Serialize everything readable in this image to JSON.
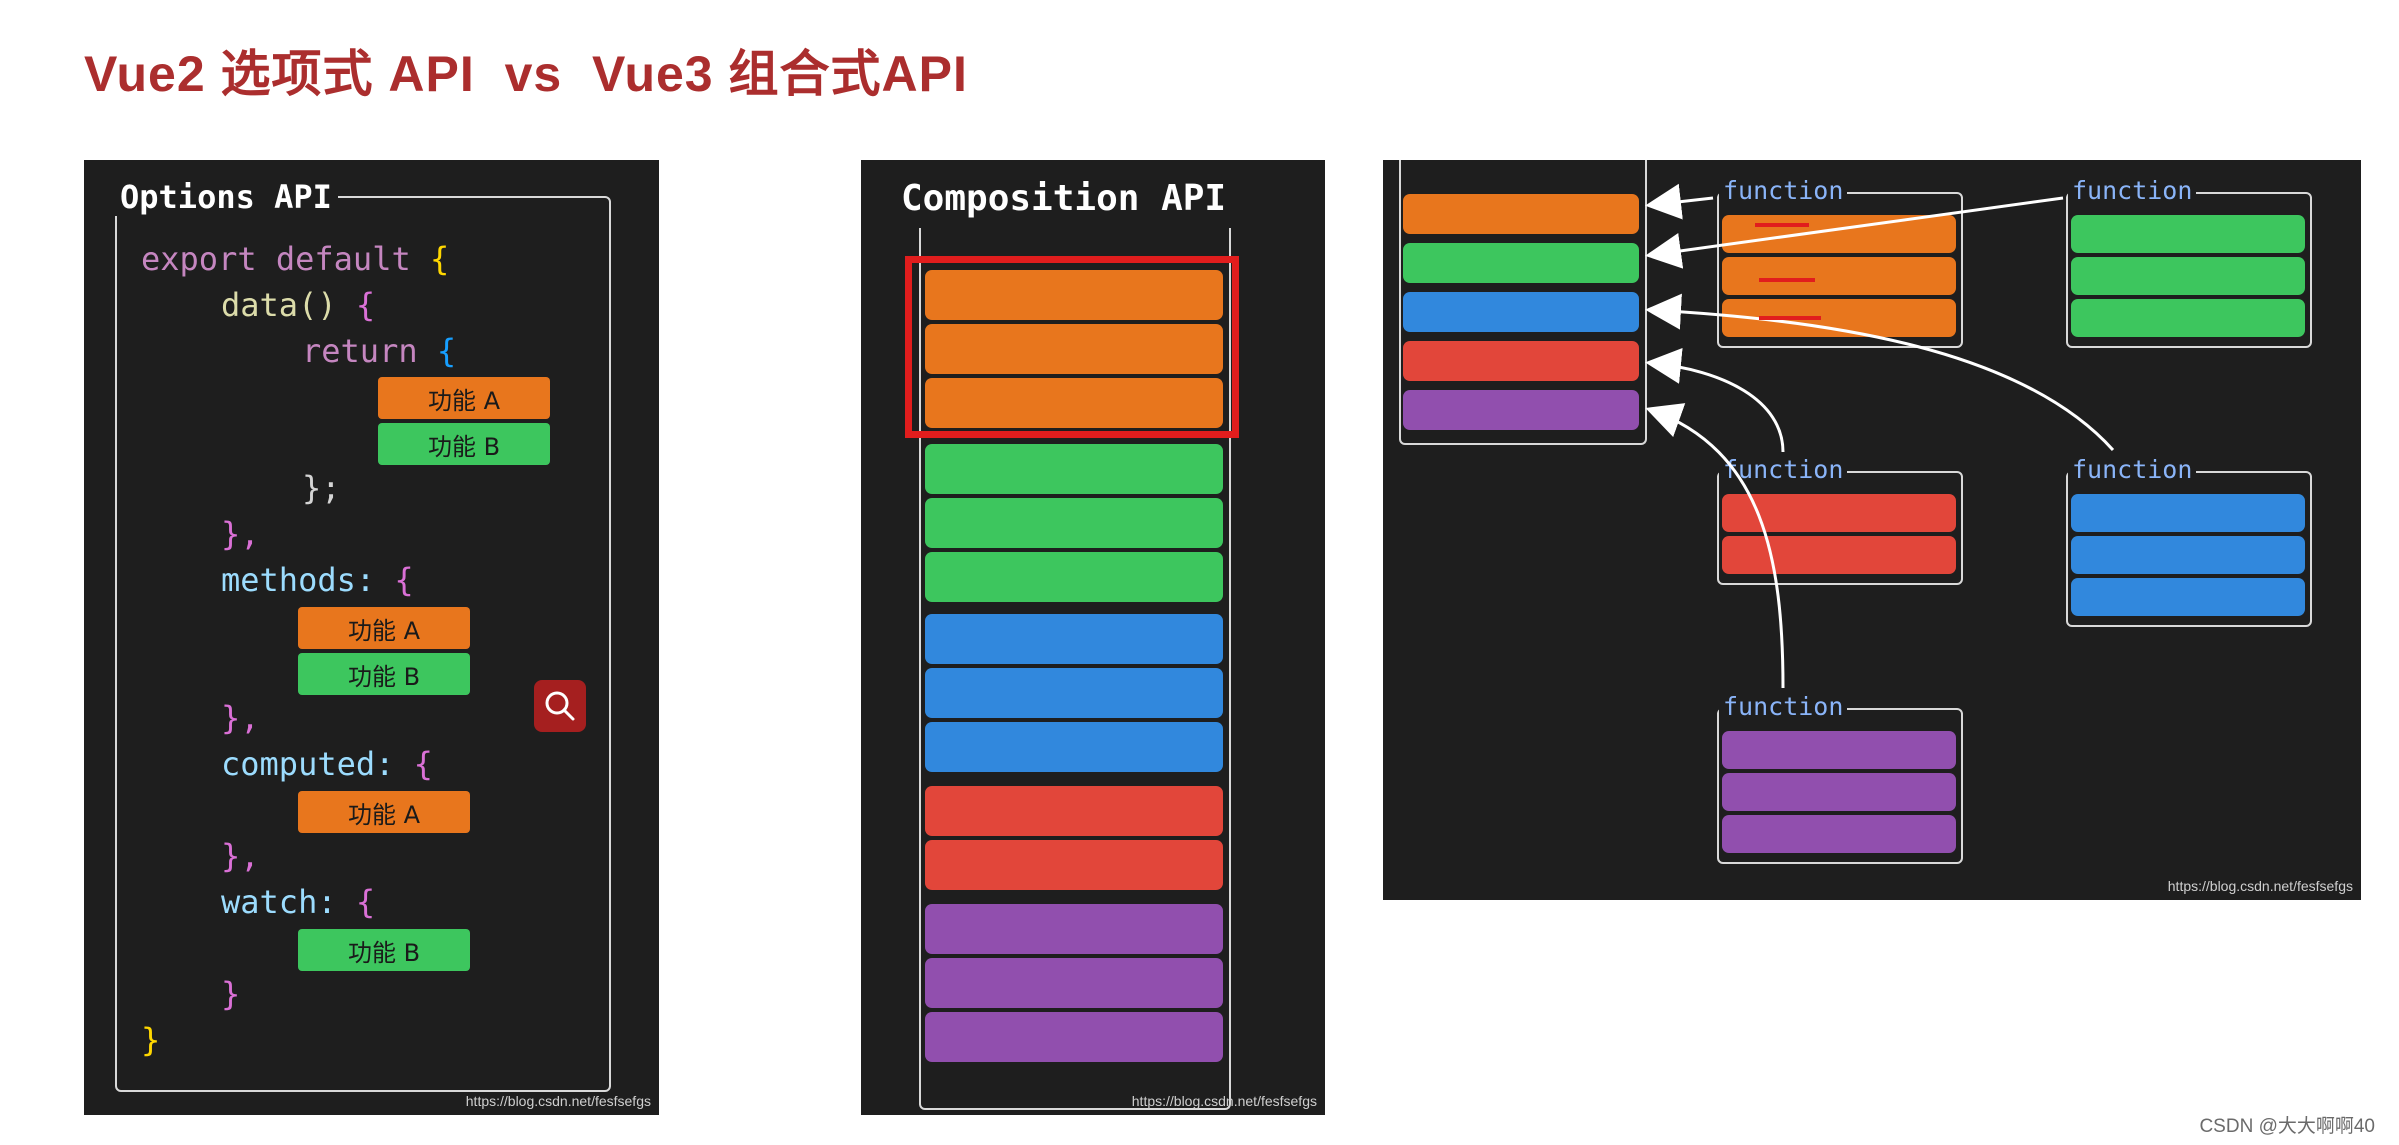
{
  "title": "Vue2 选项式 API  vs  Vue3 组合式API",
  "options_panel": {
    "label": "Options API",
    "code": {
      "line1": "export default",
      "line2": "data()",
      "line3": "return",
      "chips_data": [
        "功能 A",
        "功能 B"
      ],
      "close_data": "};",
      "close_data_fn": "},",
      "methods_key": "methods:",
      "chips_methods": [
        "功能 A",
        "功能 B"
      ],
      "close_methods": "},",
      "computed_key": "computed:",
      "chips_computed": [
        "功能 A"
      ],
      "close_computed": "},",
      "watch_key": "watch:",
      "chips_watch": [
        "功能 B"
      ],
      "close_watch": "}",
      "close_all": "}"
    },
    "watermark": "https://blog.csdn.net/fesfsefgs"
  },
  "composition_panel": {
    "label": "Composition API",
    "watermark": "https://blog.csdn.net/fesfsefgs"
  },
  "functions_panel": {
    "function_label": "function",
    "watermark": "https://blog.csdn.net/fesfsefgs"
  },
  "search_icon": "search-icon",
  "footer": "CSDN @大大啊啊40",
  "colors": {
    "orange": "#e8761d",
    "green": "#3dc65e",
    "blue": "#3188dd",
    "red": "#e2463a",
    "purple": "#914fae",
    "title": "#ab2e2e",
    "highlight": "#e11d1d"
  }
}
